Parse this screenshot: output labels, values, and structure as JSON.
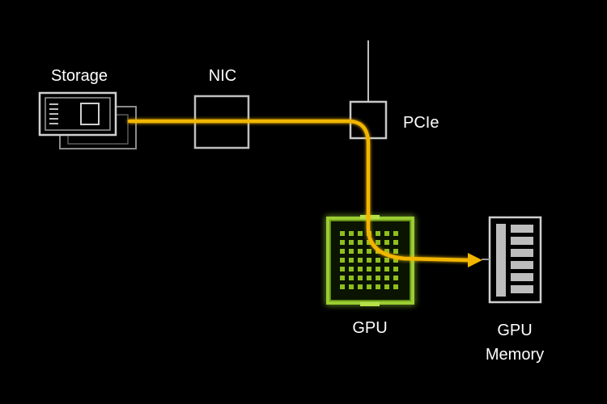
{
  "diagram": {
    "nodes": {
      "storage": {
        "label": "Storage",
        "icon": "storage-drive-icon"
      },
      "nic": {
        "label": "NIC",
        "icon": "nic-box-icon"
      },
      "pcie": {
        "label": "PCIe",
        "icon": "pcie-switch-icon"
      },
      "gpu": {
        "label": "GPU",
        "icon": "gpu-chip-icon"
      },
      "gpu_memory": {
        "label_line1": "GPU",
        "label_line2": "Memory",
        "icon": "gpu-memory-icon"
      }
    },
    "colors": {
      "background": "#000000",
      "outline": "#bfbfbf",
      "data_path": "#f2b600",
      "gpu_glow": "#9acd32",
      "gpu_dots": "#8fbf1f"
    }
  }
}
